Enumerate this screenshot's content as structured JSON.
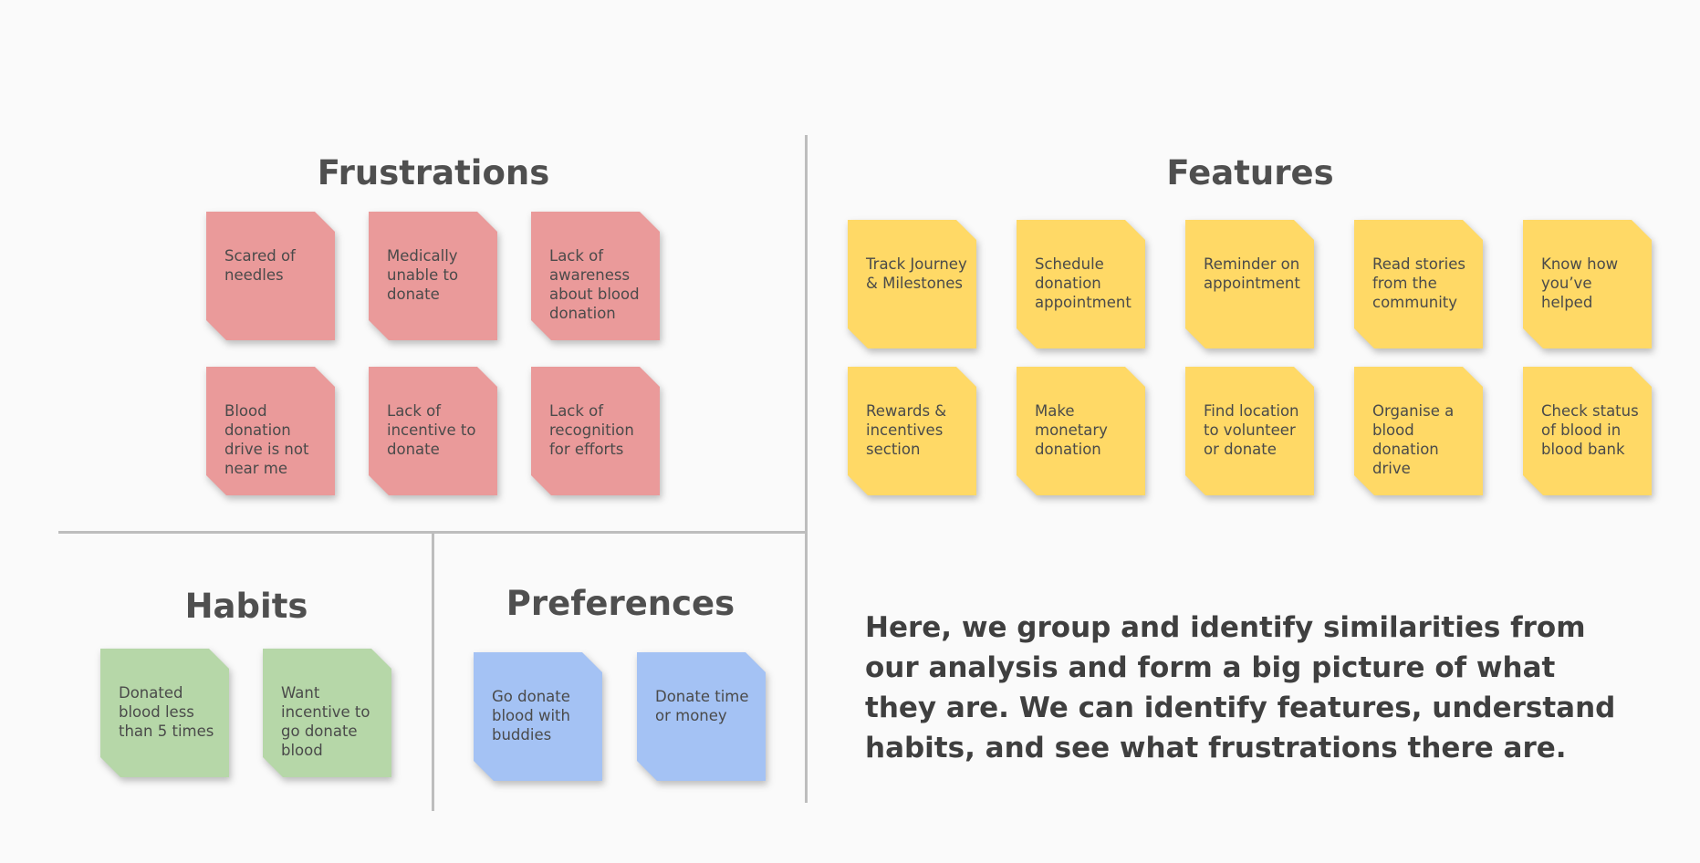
{
  "frustrations": {
    "title": "Frustrations",
    "notes": [
      "Scared of needles",
      "Medically unable to donate",
      "Lack of awareness about blood donation",
      "Blood donation drive is not near me",
      "Lack of incentive to donate",
      "Lack of recognition for efforts"
    ]
  },
  "features": {
    "title": "Features",
    "notes": [
      "Track Journey & Milestones",
      "Schedule donation appointment",
      "Reminder on appointment",
      "Read stories from the community",
      "Know how you’ve helped",
      "Rewards & incentives section",
      "Make monetary donation",
      "Find location to volunteer or donate",
      "Organise a blood donation drive",
      "Check status of blood in blood bank"
    ]
  },
  "habits": {
    "title": "Habits",
    "notes": [
      "Donated blood less than 5 times",
      "Want incentive to go donate blood"
    ]
  },
  "preferences": {
    "title": "Preferences",
    "notes": [
      "Go donate blood with buddies",
      "Donate time or money"
    ]
  },
  "caption": "Here, we group and identify similarities from our analysis and form a big picture of what they are. We can identify features, understand habits, and see what frustrations there are.",
  "colors": {
    "frustrations": "#ea9a9a",
    "features": "#ffd966",
    "habits": "#b6d7a8",
    "preferences": "#a4c2f4"
  }
}
